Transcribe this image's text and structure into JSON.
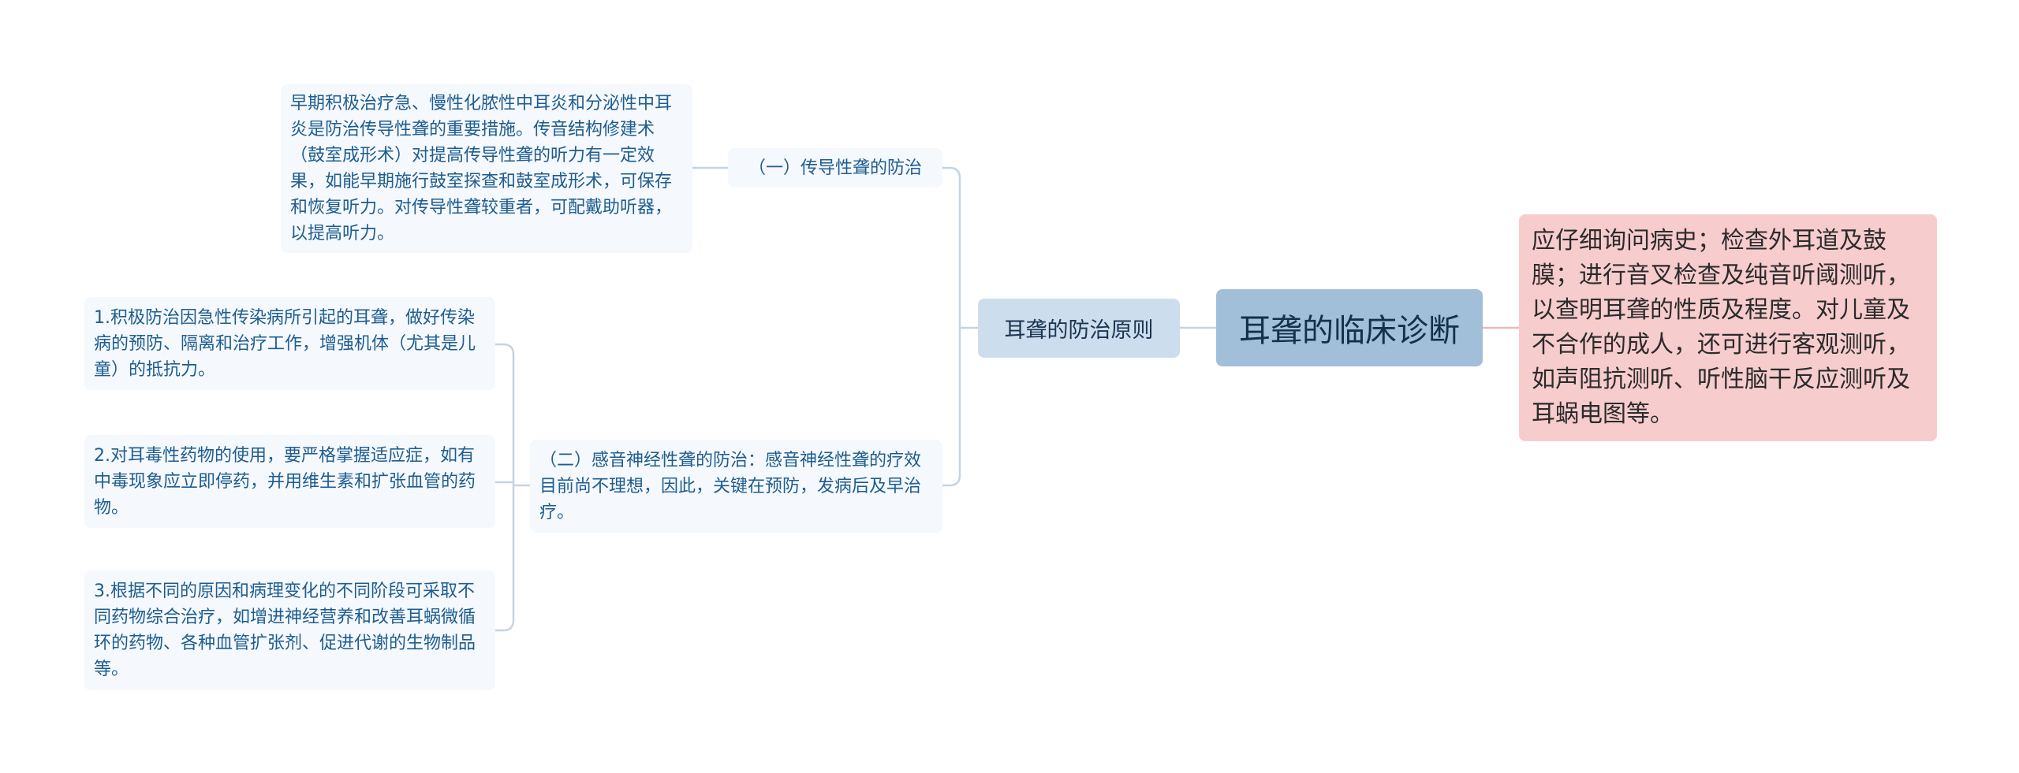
{
  "root": {
    "title": "耳聋的临床诊断"
  },
  "note": {
    "text": "应仔细询问病史；检查外耳道及鼓膜；进行音叉检查及纯音听阈测听，以查明耳聋的性质及程度。对儿童及不合作的成人，还可进行客观测听，如声阻抗测听、听性脑干反应测听及耳蜗电图等。"
  },
  "branch": {
    "title": "耳聋的防治原则"
  },
  "conductive": {
    "title": "（一）传导性聋的防治",
    "detail": "早期积极治疗急、慢性化脓性中耳炎和分泌性中耳炎是防治传导性聋的重要措施。传音结构修建术（鼓室成形术）对提高传导性聋的听力有一定效果，如能早期施行鼓室探查和鼓室成形术，可保存和恢复听力。对传导性聋较重者，可配戴助听器，以提高听力。"
  },
  "sensorineural": {
    "title": "（二）感音神经性聋的防治：感音神经性聋的疗效目前尚不理想，因此，关键在预防，发病后及早治疗。",
    "items": [
      "1.积极防治因急性传染病所引起的耳聋，做好传染病的预防、隔离和治疗工作，增强机体（尤其是儿童）的抵抗力。",
      "2.对耳毒性药物的使用，要严格掌握适应症，如有中毒现象应立即停药，并用维生素和扩张血管的药物。",
      "3.根据不同的原因和病理变化的不同阶段可采取不同药物综合治疗，如增进神经营养和改善耳蜗微循环的药物、各种血管扩张剂、促进代谢的生物制品等。"
    ]
  },
  "colors": {
    "link": "#c4d4e3",
    "note_link": "#f0b8b9",
    "root_bg": "#a2bfd9",
    "branch_bg": "#ccdded",
    "leaf_bg": "#f5f8fc",
    "note_bg": "#f7cccd",
    "leaf_text": "#1d5d8f"
  }
}
